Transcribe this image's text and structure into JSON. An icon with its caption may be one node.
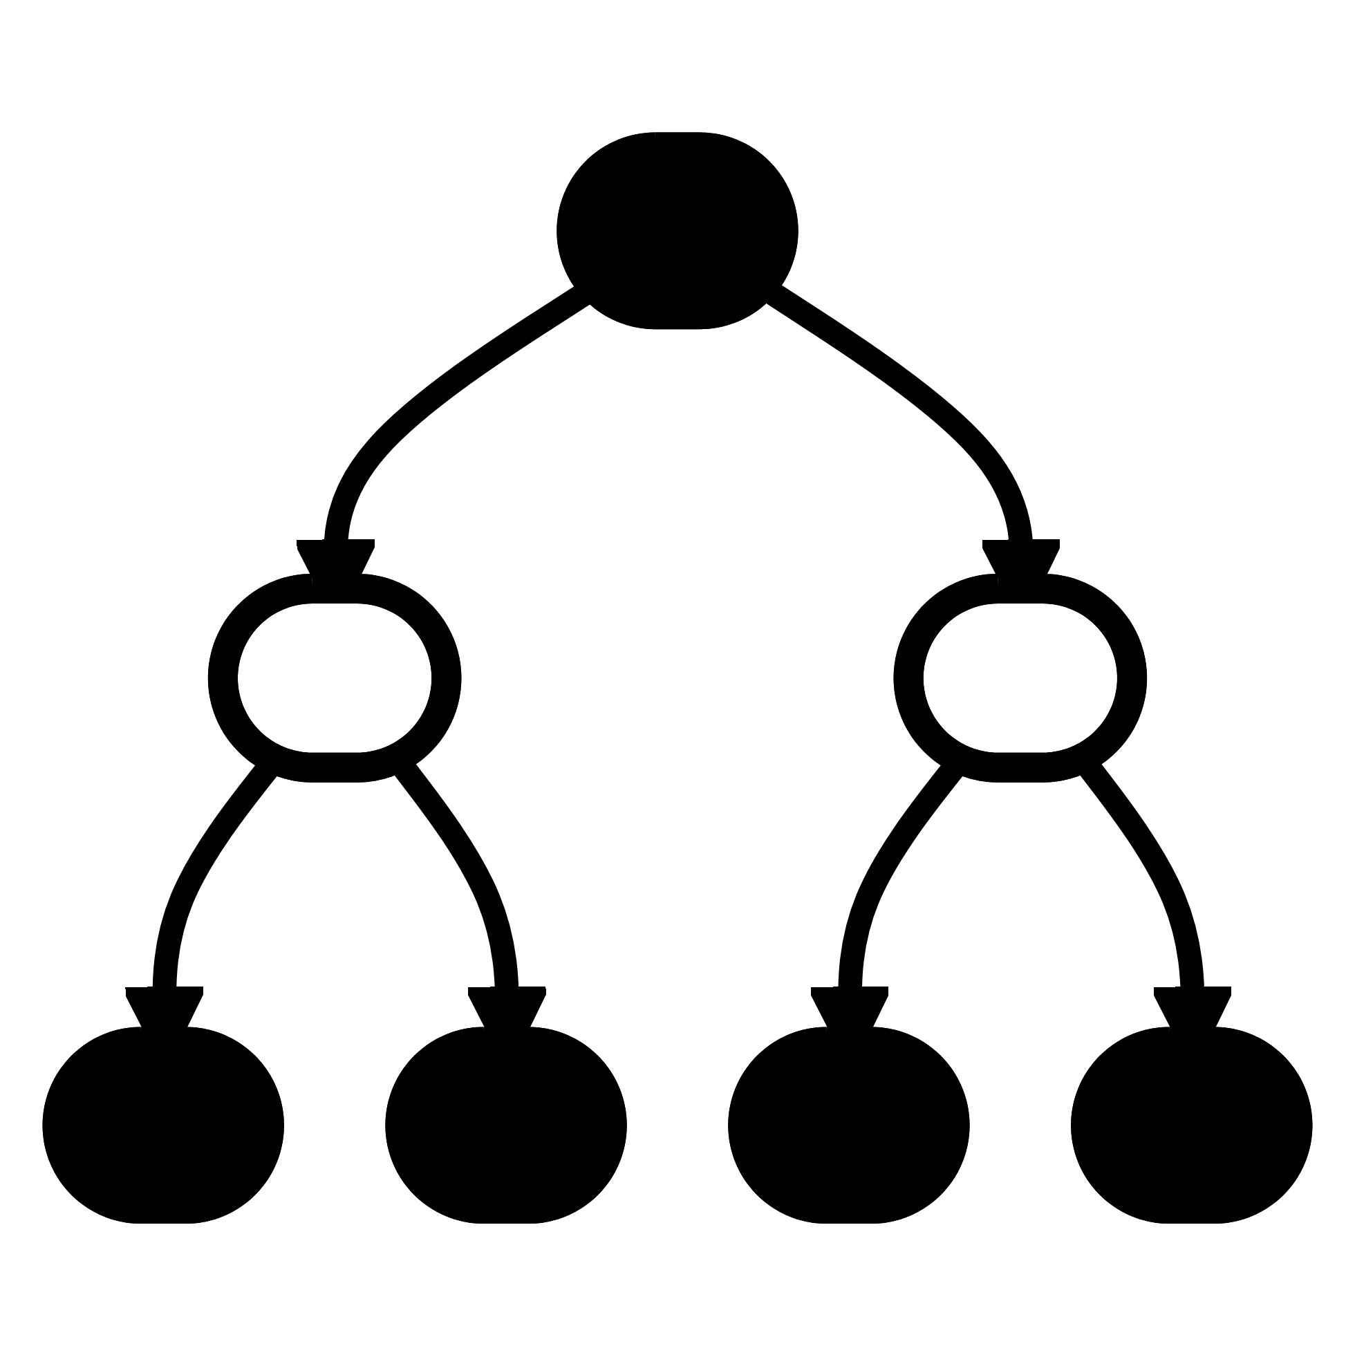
{
  "diagram": {
    "nodes": [
      {
        "text": [],
        "shape": "ellipse"
      },
      {
        "text": [],
        "shape": "ellipse"
      },
      {
        "text": [],
        "shape": "ellipse"
      },
      {
        "text": [],
        "shape": "ellipse"
      },
      {
        "text": [],
        "shape": "ellipse"
      },
      {
        "text": [],
        "shape": "ellipse"
      },
      {
        "text": [],
        "shape": "ellipse"
      }
    ],
    "edges": [
      {
        "from": 0,
        "to": 1,
        "arrow": "to"
      },
      {
        "from": 0,
        "to": 2,
        "arrow": "to"
      },
      {
        "from": 1,
        "to": 3,
        "arrow": "to"
      },
      {
        "from": 1,
        "to": 4,
        "arrow": "to"
      },
      {
        "from": 2,
        "to": 5,
        "arrow": "to"
      },
      {
        "from": 2,
        "to": 6,
        "arrow": "to"
      }
    ]
  }
}
